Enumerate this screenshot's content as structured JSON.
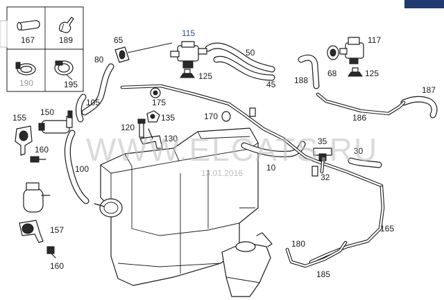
{
  "watermark": {
    "text": "WWW.ELCATS.RU",
    "date": "13.01.2016"
  },
  "callouts": {
    "c167": "167",
    "c189": "189",
    "c190": "190",
    "c195": "195",
    "c65": "65",
    "c115": "115",
    "c50": "50",
    "c125a": "125",
    "c45": "45",
    "c80": "80",
    "c105": "105",
    "c175": "175",
    "c135": "135",
    "c170": "170",
    "c120": "120",
    "c130": "130",
    "c155": "155",
    "c150": "150",
    "c160a": "160",
    "c100": "100",
    "c157": "157",
    "c160b": "160",
    "c35": "35",
    "c30": "30",
    "c10": "10",
    "c32": "32",
    "c188": "188",
    "c68": "68",
    "c117": "117",
    "c125b": "125",
    "c187": "187",
    "c186": "186",
    "c165": "165",
    "c180": "180",
    "c185": "185"
  }
}
